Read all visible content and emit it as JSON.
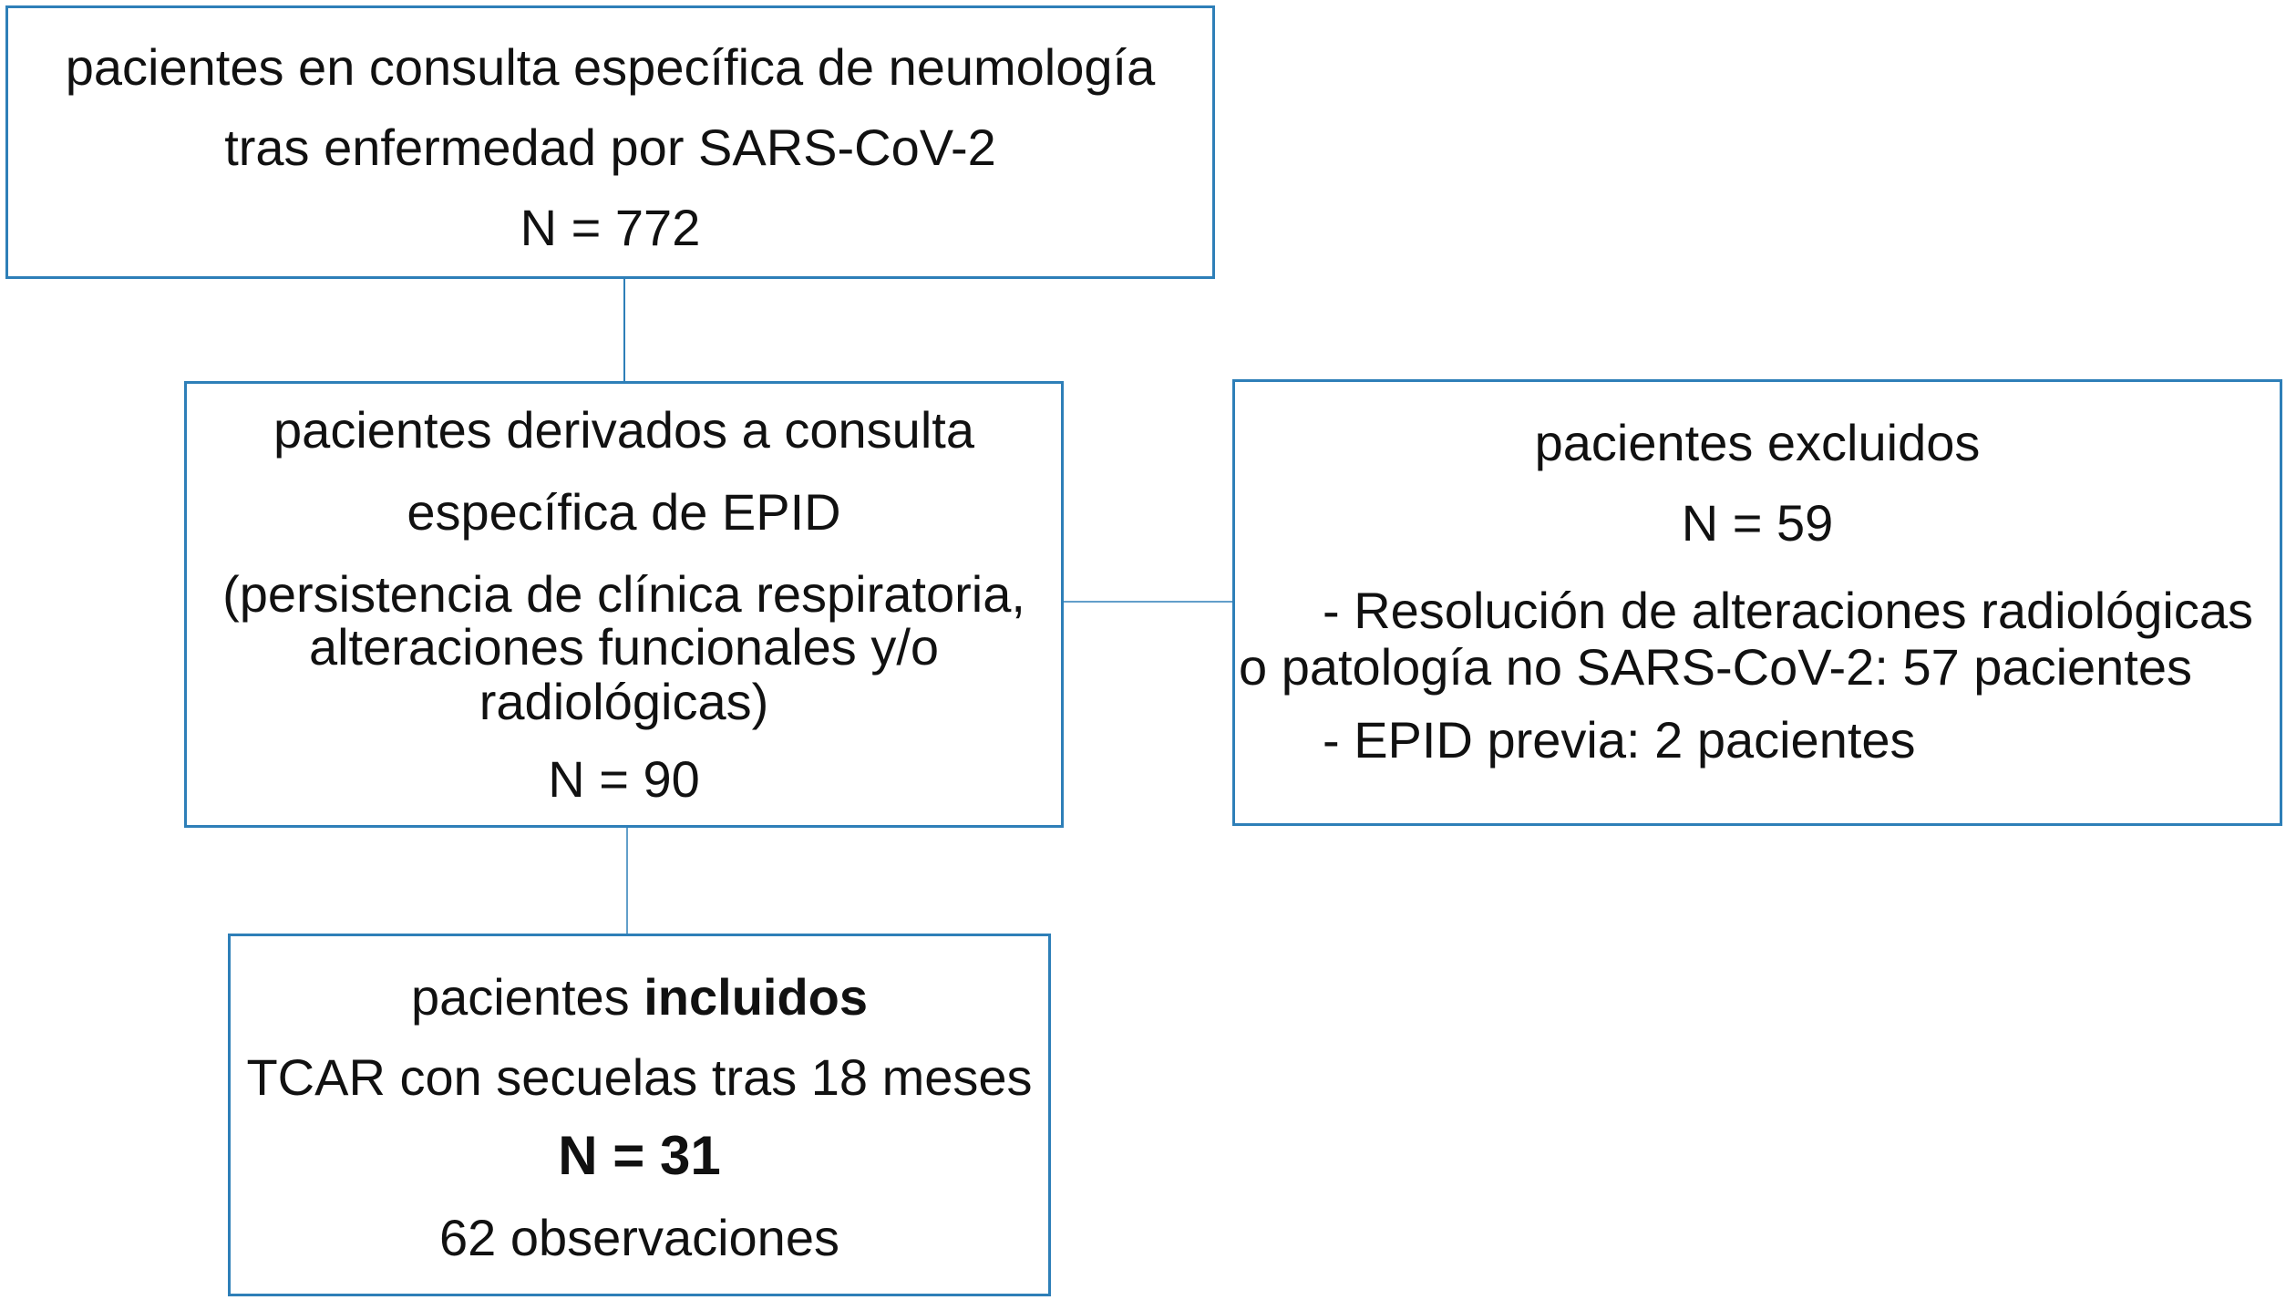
{
  "diagram": {
    "line_color": "#2e7fb8",
    "top_box": {
      "line1": "pacientes en consulta específica de neumología",
      "line2": "tras enfermedad por SARS-CoV-2",
      "count": "N = 772"
    },
    "derived_box": {
      "line1": "pacientes derivados a consulta",
      "line2": "específica de EPID",
      "note1": "(persistencia de clínica respiratoria,",
      "note2": "alteraciones funcionales y/o",
      "note3": "radiológicas)",
      "count": "N = 90"
    },
    "excluded_box": {
      "title": "pacientes excluidos",
      "count": "N = 59",
      "item1_line1": "- Resolución de alteraciones radiológicas",
      "item1_line2": "o  patología no SARS-CoV-2: 57 pacientes",
      "item2": "- EPID previa: 2 pacientes"
    },
    "included_box": {
      "title_prefix": "pacientes ",
      "title_bold": "incluidos",
      "subtitle": "TCAR con secuelas tras 18 meses",
      "count": "N = 31",
      "observations": "62 observaciones"
    }
  }
}
